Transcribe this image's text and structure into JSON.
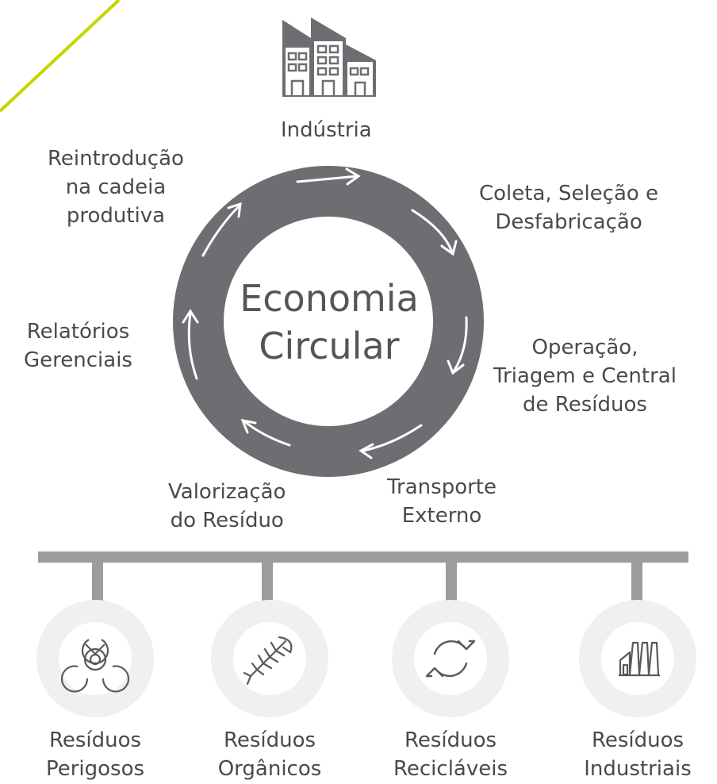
{
  "top": {
    "label": "Indústria",
    "icon": "factory-building-icon"
  },
  "center": {
    "line1": "Economia",
    "line2": "Circular"
  },
  "steps": [
    {
      "lines": [
        "Coleta, Seleção e",
        "Desfabricação"
      ]
    },
    {
      "lines": [
        "Operação,",
        "Triagem  e Central",
        "de Resíduos"
      ]
    },
    {
      "lines": [
        "Transporte",
        "Externo"
      ]
    },
    {
      "lines": [
        "Valorização",
        "do Resíduo"
      ]
    },
    {
      "lines": [
        "Relatórios",
        "Gerenciais"
      ]
    },
    {
      "lines": [
        "Reintrodução",
        "na cadeia",
        "produtiva"
      ]
    }
  ],
  "categories": [
    {
      "lines": [
        "Resíduos",
        "Perigosos"
      ],
      "icon": "biohazard-icon"
    },
    {
      "lines": [
        "Resíduos",
        "Orgânicos"
      ],
      "icon": "fish-bone-icon"
    },
    {
      "lines": [
        "Resíduos",
        "Recicláveis"
      ],
      "icon": "recycle-arrows-icon"
    },
    {
      "lines": [
        "Resíduos",
        "Industriais"
      ],
      "icon": "industrial-plant-icon"
    }
  ],
  "colors": {
    "ring": "#6d6e71",
    "accent": "#c8d400",
    "bar": "#9b9c9e",
    "circle_outer": "#f0f0f0",
    "icon": "#58595b"
  }
}
